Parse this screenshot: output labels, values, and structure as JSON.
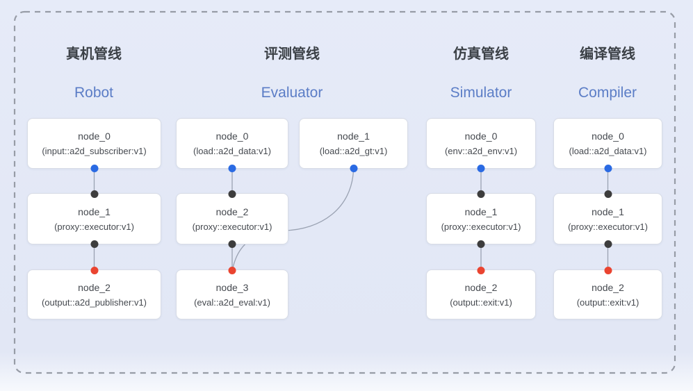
{
  "colors": {
    "port_blue": "#2a6ae3",
    "port_dark": "#3d3d3d",
    "port_red": "#ea4430",
    "edge": "#9aa2b2",
    "node_border": "#d8dce6",
    "node_bg": "#ffffff",
    "background": "#e3e8f6",
    "border_dash": "#979ca6",
    "title_cn_color": "#3b4046",
    "title_en_color": "#5b7dc6",
    "node_text": "#45494f"
  },
  "pipelines": [
    {
      "id": "robot",
      "title_cn": "真机管线",
      "title_en": "Robot",
      "nodes": [
        {
          "name": "node_0",
          "type": "(input::a2d_subscriber:v1)",
          "ports": {
            "bottom": "blue"
          }
        },
        {
          "name": "node_1",
          "type": "(proxy::executor:v1)",
          "ports": {
            "top": "dark",
            "bottom": "dark"
          }
        },
        {
          "name": "node_2",
          "type": "(output::a2d_publisher:v1)",
          "ports": {
            "top": "red"
          }
        }
      ],
      "edges": [
        {
          "from": "node_0",
          "to": "node_1",
          "shape": "straight"
        },
        {
          "from": "node_1",
          "to": "node_2",
          "shape": "straight"
        }
      ]
    },
    {
      "id": "evaluator",
      "title_cn": "评测管线",
      "title_en": "Evaluator",
      "nodes": [
        {
          "name": "node_0",
          "type": "(load::a2d_data:v1)",
          "ports": {
            "bottom": "blue"
          }
        },
        {
          "name": "node_1",
          "type": "(load::a2d_gt:v1)",
          "ports": {
            "bottom": "blue"
          }
        },
        {
          "name": "node_2",
          "type": "(proxy::executor:v1)",
          "ports": {
            "top": "dark",
            "bottom": "dark"
          }
        },
        {
          "name": "node_3",
          "type": "(eval::a2d_eval:v1)",
          "ports": {
            "top": "red"
          }
        }
      ],
      "edges": [
        {
          "from": "node_0",
          "to": "node_2",
          "shape": "straight"
        },
        {
          "from": "node_2",
          "to": "node_3",
          "shape": "straight"
        },
        {
          "from": "node_1",
          "to": "node_3",
          "shape": "curve-behind-node_2"
        }
      ]
    },
    {
      "id": "simulator",
      "title_cn": "仿真管线",
      "title_en": "Simulator",
      "nodes": [
        {
          "name": "node_0",
          "type": "(env::a2d_env:v1)",
          "ports": {
            "bottom": "blue"
          }
        },
        {
          "name": "node_1",
          "type": "(proxy::executor:v1)",
          "ports": {
            "top": "dark",
            "bottom": "dark"
          }
        },
        {
          "name": "node_2",
          "type": "(output::exit:v1)",
          "ports": {
            "top": "red"
          }
        }
      ],
      "edges": [
        {
          "from": "node_0",
          "to": "node_1",
          "shape": "straight"
        },
        {
          "from": "node_1",
          "to": "node_2",
          "shape": "straight"
        }
      ]
    },
    {
      "id": "compiler",
      "title_cn": "编译管线",
      "title_en": "Compiler",
      "nodes": [
        {
          "name": "node_0",
          "type": "(load::a2d_data:v1)",
          "ports": {
            "bottom": "blue"
          }
        },
        {
          "name": "node_1",
          "type": "(proxy::executor:v1)",
          "ports": {
            "top": "dark",
            "bottom": "dark"
          }
        },
        {
          "name": "node_2",
          "type": "(output::exit:v1)",
          "ports": {
            "top": "red"
          }
        }
      ],
      "edges": [
        {
          "from": "node_0",
          "to": "node_1",
          "shape": "straight"
        },
        {
          "from": "node_1",
          "to": "node_2",
          "shape": "straight"
        }
      ]
    }
  ]
}
